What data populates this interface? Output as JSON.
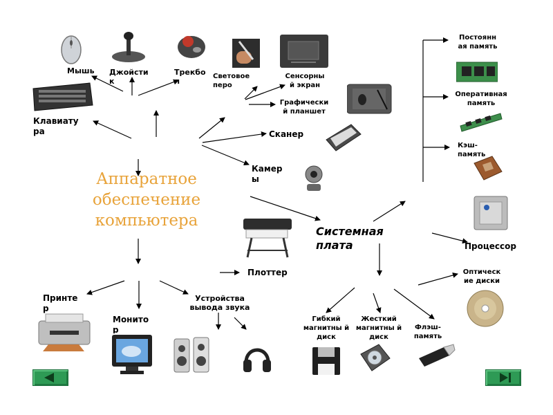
{
  "title": "Аппаратное обеспечение компьютера",
  "system_board": "Системная плата",
  "input_devices": {
    "mouse": "Мышь",
    "joystick": "Джойсти к",
    "trackball": "Трекбо л",
    "keyboard": "Клавиату ра",
    "light_pen": "Световое перо",
    "touch_screen": "Сенсорны й экран",
    "graphics_tablet": "Графически й планшет",
    "scanner": "Сканер",
    "cameras": "Камер ы"
  },
  "output_devices": {
    "printer": "Принте р",
    "monitor": "Монито р",
    "sound_output": "Устройства вывода звука",
    "plotter": "Плоттер"
  },
  "storage_devices": {
    "floppy_disk": "Гибкий магнитны й диск",
    "hard_disk": "Жесткий магнитны й диск",
    "flash_memory": "Флэш- память",
    "optical_disks": "Оптическ ие диски"
  },
  "board_components": {
    "rom": "Постоянн ая память",
    "ram": "Оперативная память",
    "cache": "Кэш- память",
    "processor": "Процессор"
  },
  "navigation": {
    "back_icon": "triangle-left-icon",
    "end_icon": "triangle-right-bar-icon",
    "button_color": "#2e9a55"
  },
  "colors": {
    "title": "#e8a33a",
    "arrows": "#000000"
  }
}
